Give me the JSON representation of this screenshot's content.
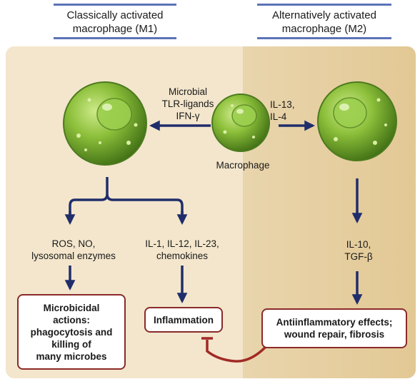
{
  "headers": {
    "m1": "Classically activated\nmacrophage (M1)",
    "m2": "Alternatively activated\nmacrophage (M2)"
  },
  "stimuli": {
    "m1": "Microbial\nTLR-ligands\nIFN-γ",
    "m2": "IL-13,\nIL-4"
  },
  "cells": {
    "center_label": "Macrophage"
  },
  "products": {
    "ros": "ROS, NO,\nlysosomal enzymes",
    "il": "IL-1, IL-12, IL-23,\nchemokines",
    "il10": "IL-10,\nTGF-β"
  },
  "outcomes": {
    "microbicidal": "Microbicidal\nactions:\nphagocytosis and\nkilling of\nmany microbes",
    "inflammation": "Inflammation",
    "antiinflammatory": "Antiinflammatory effects;\nwound repair, fibrosis"
  },
  "colors": {
    "m1_panel": "#f3e6cc",
    "m2_panel": "#e6cfa2",
    "arrow": "#1f2d6b",
    "inhibit": "#a12a26",
    "box_border": "#8b2a2a"
  }
}
